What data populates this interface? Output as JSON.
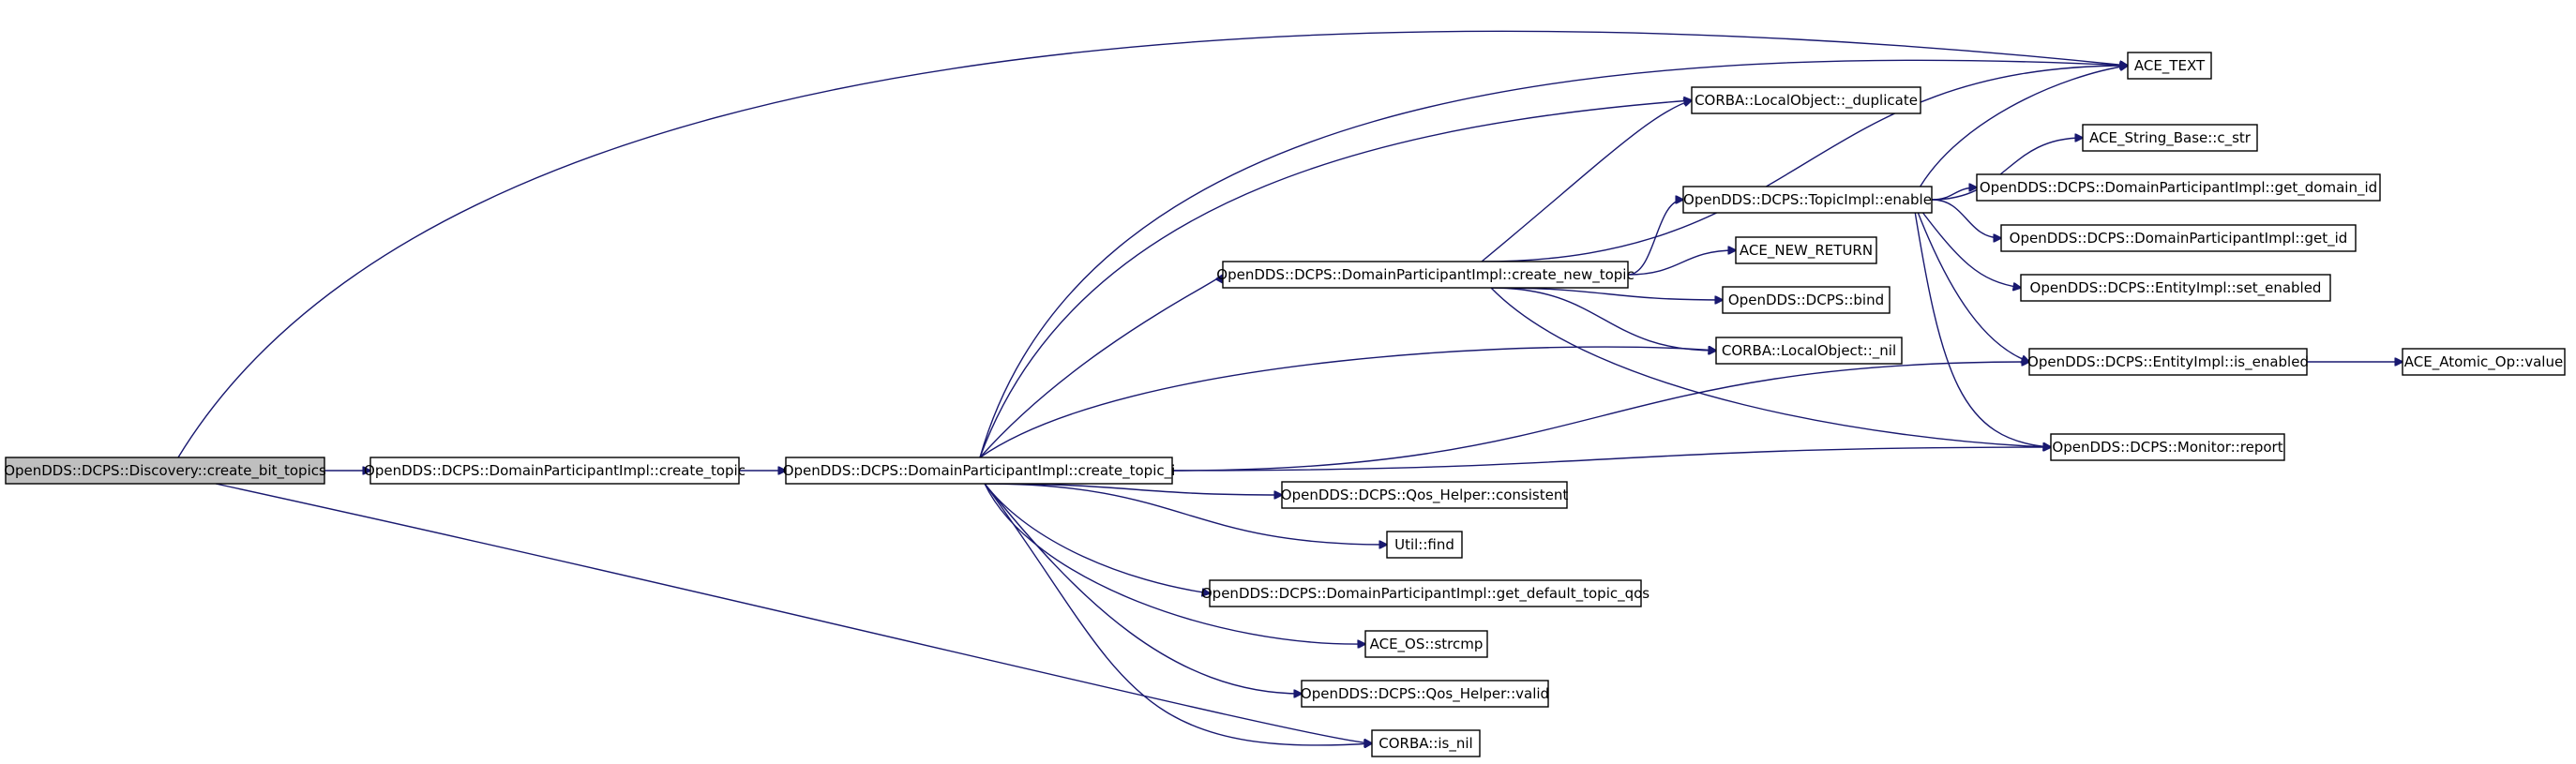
{
  "graph": {
    "nodes": [
      {
        "id": "root",
        "label": "OpenDDS::DCPS::Discovery::create_bit_topics",
        "highlight": true
      },
      {
        "id": "ct",
        "label": "OpenDDS::DCPS::DomainParticipantImpl::create_topic"
      },
      {
        "id": "cti",
        "label": "OpenDDS::DCPS::DomainParticipantImpl::create_topic_i"
      },
      {
        "id": "cnt",
        "label": "OpenDDS::DCPS::DomainParticipantImpl::create_new_topic"
      },
      {
        "id": "acetext",
        "label": "ACE_TEXT"
      },
      {
        "id": "dup",
        "label": "CORBA::LocalObject::_duplicate"
      },
      {
        "id": "cstr",
        "label": "ACE_String_Base::c_str"
      },
      {
        "id": "enable",
        "label": "OpenDDS::DCPS::TopicImpl::enable"
      },
      {
        "id": "gdid",
        "label": "OpenDDS::DCPS::DomainParticipantImpl::get_domain_id"
      },
      {
        "id": "newret",
        "label": "ACE_NEW_RETURN"
      },
      {
        "id": "getid",
        "label": "OpenDDS::DCPS::DomainParticipantImpl::get_id"
      },
      {
        "id": "seten",
        "label": "OpenDDS::DCPS::EntityImpl::set_enabled"
      },
      {
        "id": "bind",
        "label": "OpenDDS::DCPS::bind"
      },
      {
        "id": "nil",
        "label": "CORBA::LocalObject::_nil"
      },
      {
        "id": "isen",
        "label": "OpenDDS::DCPS::EntityImpl::is_enabled"
      },
      {
        "id": "atomic",
        "label": "ACE_Atomic_Op::value"
      },
      {
        "id": "report",
        "label": "OpenDDS::DCPS::Monitor::report"
      },
      {
        "id": "consistent",
        "label": "OpenDDS::DCPS::Qos_Helper::consistent"
      },
      {
        "id": "find",
        "label": "Util::find"
      },
      {
        "id": "gdtq",
        "label": "OpenDDS::DCPS::DomainParticipantImpl::get_default_topic_qos"
      },
      {
        "id": "strcmp",
        "label": "ACE_OS::strcmp"
      },
      {
        "id": "valid",
        "label": "OpenDDS::DCPS::Qos_Helper::valid"
      },
      {
        "id": "isnil",
        "label": "CORBA::is_nil"
      }
    ],
    "edges": [
      [
        "root",
        "ct"
      ],
      [
        "root",
        "acetext"
      ],
      [
        "root",
        "isnil"
      ],
      [
        "ct",
        "cti"
      ],
      [
        "cti",
        "acetext"
      ],
      [
        "cti",
        "dup"
      ],
      [
        "cti",
        "cnt"
      ],
      [
        "cti",
        "nil"
      ],
      [
        "cti",
        "isen"
      ],
      [
        "cti",
        "report"
      ],
      [
        "cti",
        "consistent"
      ],
      [
        "cti",
        "find"
      ],
      [
        "cti",
        "gdtq"
      ],
      [
        "cti",
        "strcmp"
      ],
      [
        "cti",
        "valid"
      ],
      [
        "cti",
        "isnil"
      ],
      [
        "cnt",
        "acetext"
      ],
      [
        "cnt",
        "dup"
      ],
      [
        "cnt",
        "enable"
      ],
      [
        "cnt",
        "newret"
      ],
      [
        "cnt",
        "bind"
      ],
      [
        "cnt",
        "nil"
      ],
      [
        "cnt",
        "report"
      ],
      [
        "enable",
        "acetext"
      ],
      [
        "enable",
        "cstr"
      ],
      [
        "enable",
        "gdid"
      ],
      [
        "enable",
        "getid"
      ],
      [
        "enable",
        "seten"
      ],
      [
        "enable",
        "isen"
      ],
      [
        "enable",
        "report"
      ],
      [
        "isen",
        "atomic"
      ]
    ],
    "colors": {
      "edge": "#191970",
      "node_fill": "#ffffff",
      "highlight_fill": "#bfbfbf",
      "border": "#000000"
    }
  }
}
